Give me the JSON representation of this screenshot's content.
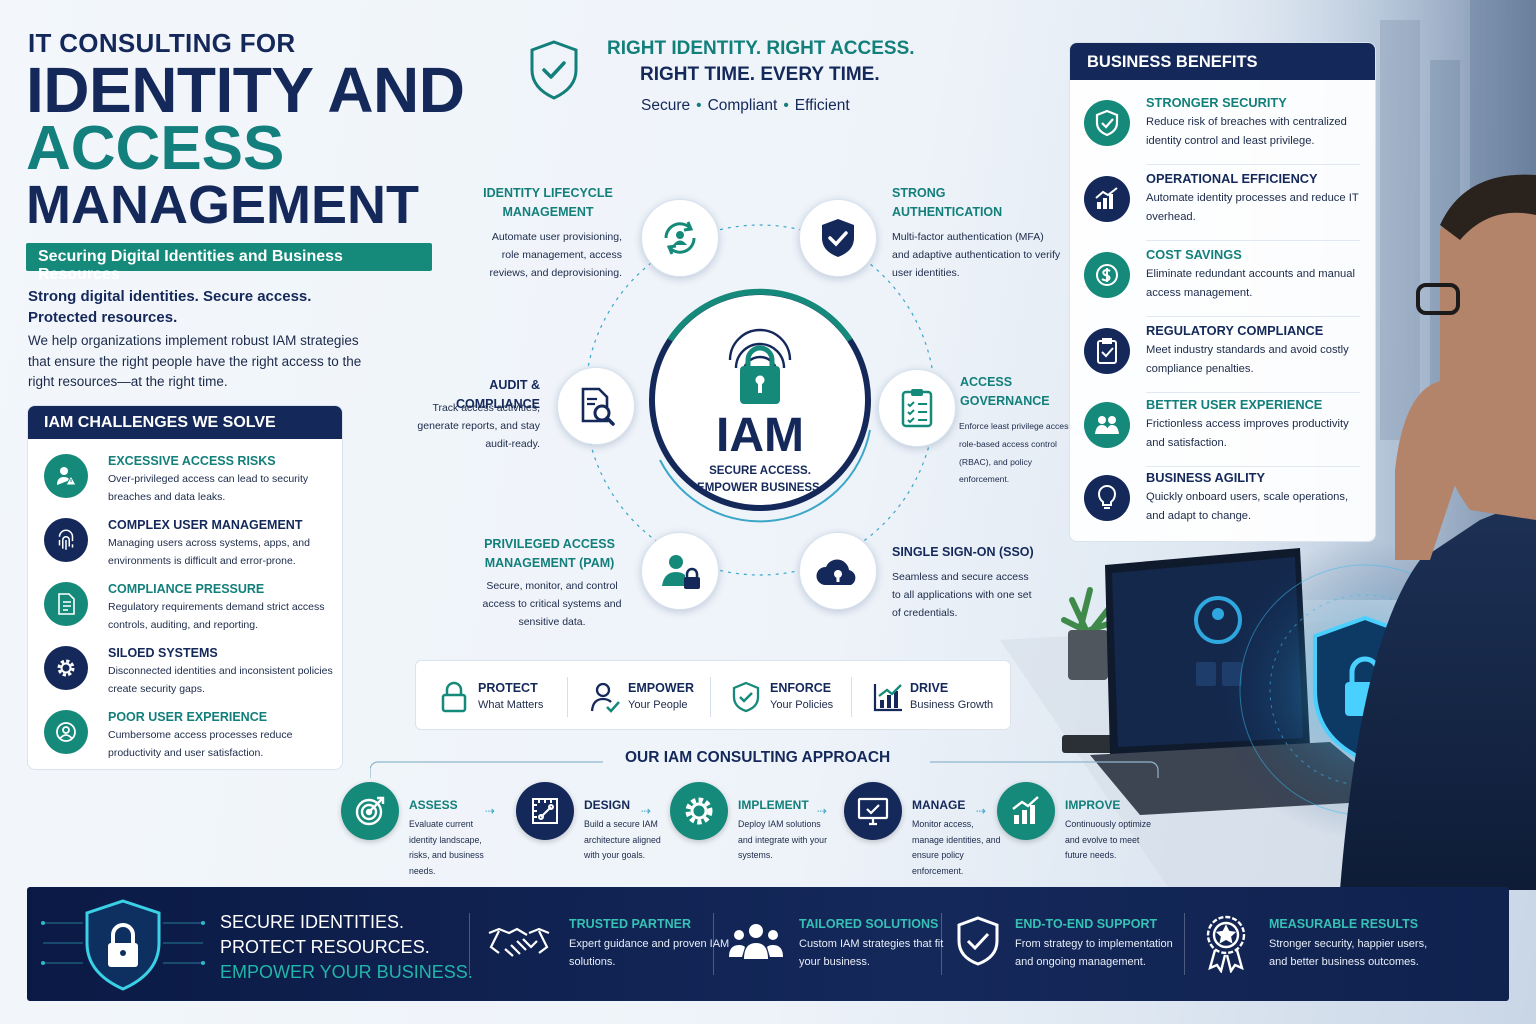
{
  "hero": {
    "kicker": "IT CONSULTING FOR",
    "line1": "IDENTITY AND",
    "line2": "ACCESS",
    "line3": "MANAGEMENT",
    "badge": "Securing Digital Identities and Business Resources",
    "tagline": "Strong digital identities. Secure access. Protected resources.",
    "description": "We help organizations implement robust IAM strategies that ensure the right people have the right access to the right resources—at the right time."
  },
  "challenges": {
    "title": "IAM CHALLENGES WE SOLVE",
    "items": [
      {
        "icon": "user-alert-icon",
        "title": "EXCESSIVE ACCESS RISKS",
        "desc": "Over-privileged access can lead to security breaches and data leaks."
      },
      {
        "icon": "fingerprint-icon",
        "title": "COMPLEX USER MANAGEMENT",
        "desc": "Managing users across systems, apps, and environments is difficult and error-prone."
      },
      {
        "icon": "document-icon",
        "title": "COMPLIANCE PRESSURE",
        "desc": "Regulatory requirements demand strict access controls, auditing, and reporting."
      },
      {
        "icon": "gear-icon",
        "title": "SILOED SYSTEMS",
        "desc": "Disconnected identities and inconsistent policies create security gaps."
      },
      {
        "icon": "user-face-icon",
        "title": "POOR USER EXPERIENCE",
        "desc": "Cumbersome access processes reduce productivity and user satisfaction."
      }
    ]
  },
  "motto": {
    "line1": "RIGHT IDENTITY. RIGHT ACCESS.",
    "line2": "RIGHT TIME. EVERY TIME.",
    "words": [
      "Secure",
      "Compliant",
      "Efficient"
    ],
    "dot": "•"
  },
  "wheel": {
    "core_title": "IAM",
    "core_sub": "SECURE ACCESS. EMPOWER BUSINESS.",
    "nodes": [
      {
        "icon": "user-refresh-icon",
        "title": "IDENTITY LIFECYCLE MANAGEMENT",
        "desc": "Automate user provisioning, role management, access reviews, and deprovisioning."
      },
      {
        "icon": "shield-check-icon",
        "title": "STRONG AUTHENTICATION",
        "desc": "Multi-factor authentication (MFA) and adaptive authentication to verify user identities."
      },
      {
        "icon": "clipboard-check-icon",
        "title": "ACCESS GOVERNANCE",
        "desc": "Enforce least privilege access, role-based access control (RBAC), and policy enforcement."
      },
      {
        "icon": "cloud-lock-icon",
        "title": "SINGLE SIGN-ON (SSO)",
        "desc": "Seamless and secure access to all applications with one set of credentials."
      },
      {
        "icon": "user-lock-icon",
        "title": "PRIVILEGED ACCESS MANAGEMENT (PAM)",
        "desc": "Secure, monitor, and control access to critical systems and sensitive data."
      },
      {
        "icon": "document-search-icon",
        "title": "AUDIT & COMPLIANCE",
        "desc": "Track access activities, generate reports, and stay audit-ready."
      }
    ]
  },
  "pillars": [
    {
      "icon": "lock-icon",
      "title": "PROTECT",
      "sub": "What Matters"
    },
    {
      "icon": "user-check-icon",
      "title": "EMPOWER",
      "sub": "Your People"
    },
    {
      "icon": "shield-check-icon",
      "title": "ENFORCE",
      "sub": "Your Policies"
    },
    {
      "icon": "growth-chart-icon",
      "title": "DRIVE",
      "sub": "Business Growth"
    }
  ],
  "approach": {
    "title": "OUR IAM CONSULTING APPROACH",
    "arrow": "⇢",
    "steps": [
      {
        "icon": "target-icon",
        "title": "ASSESS",
        "desc": "Evaluate current identity landscape, risks, and business needs."
      },
      {
        "icon": "blueprint-icon",
        "title": "DESIGN",
        "desc": "Build a secure IAM architecture aligned with your goals."
      },
      {
        "icon": "gear-icon",
        "title": "IMPLEMENT",
        "desc": "Deploy IAM solutions and integrate with your systems."
      },
      {
        "icon": "monitor-check-icon",
        "title": "MANAGE",
        "desc": "Monitor access, manage identities, and ensure policy enforcement."
      },
      {
        "icon": "growth-chart-icon",
        "title": "IMPROVE",
        "desc": "Continuously optimize and evolve to meet future needs."
      }
    ]
  },
  "benefits": {
    "title": "BUSINESS BENEFITS",
    "items": [
      {
        "icon": "shield-check-icon",
        "title": "STRONGER SECURITY",
        "desc": "Reduce risk of breaches with centralized identity control and least privilege."
      },
      {
        "icon": "growth-chart-icon",
        "title": "OPERATIONAL EFFICIENCY",
        "desc": "Automate identity processes and reduce IT overhead."
      },
      {
        "icon": "dollar-icon",
        "title": "COST SAVINGS",
        "desc": "Eliminate redundant accounts and manual access management."
      },
      {
        "icon": "clipboard-check-icon",
        "title": "REGULATORY COMPLIANCE",
        "desc": "Meet industry standards and avoid costly compliance penalties."
      },
      {
        "icon": "users-icon",
        "title": "BETTER USER EXPERIENCE",
        "desc": "Frictionless access improves productivity and satisfaction."
      },
      {
        "icon": "lightbulb-icon",
        "title": "BUSINESS AGILITY",
        "desc": "Quickly onboard users, scale operations, and adapt to change."
      }
    ]
  },
  "footer": {
    "lead1": "SECURE IDENTITIES.",
    "lead2": "PROTECT RESOURCES.",
    "lead3": "EMPOWER YOUR BUSINESS.",
    "cols": [
      {
        "icon": "handshake-icon",
        "title": "TRUSTED PARTNER",
        "desc": "Expert guidance and proven IAM solutions."
      },
      {
        "icon": "team-icon",
        "title": "TAILORED SOLUTIONS",
        "desc": "Custom IAM strategies that fit your business."
      },
      {
        "icon": "shield-check-icon",
        "title": "END-TO-END SUPPORT",
        "desc": "From strategy to implementation and ongoing management."
      },
      {
        "icon": "award-icon",
        "title": "MEASURABLE RESULTS",
        "desc": "Stronger security, happier users, and better business outcomes."
      }
    ]
  },
  "colors": {
    "navy": "#14285a",
    "teal": "#127f7b",
    "accent_teal": "#22b5a8"
  }
}
